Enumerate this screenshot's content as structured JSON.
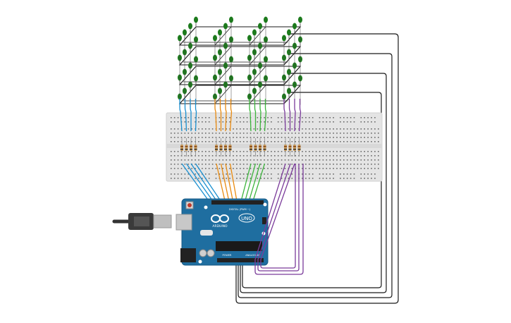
{
  "board": {
    "brand_label": "ARDUINO",
    "model_label": "UNO",
    "digital_label": "DIGITAL (PWM ~)",
    "power_label": "POWER",
    "analog_label": "ANALOG IN"
  },
  "cube": {
    "layers": 4,
    "columns": 16,
    "led_color": "#1c7a1c"
  },
  "wire_colors": {
    "blue": "#1a8fd0",
    "orange": "#e88a10",
    "green": "#3cb43c",
    "purple": "#7a3a9a",
    "black": "#1a1a1a"
  },
  "breadboard": {
    "body_color": "#e4e4e4",
    "resistor_count": 16
  },
  "usb_cable": {
    "color": "#333333"
  }
}
